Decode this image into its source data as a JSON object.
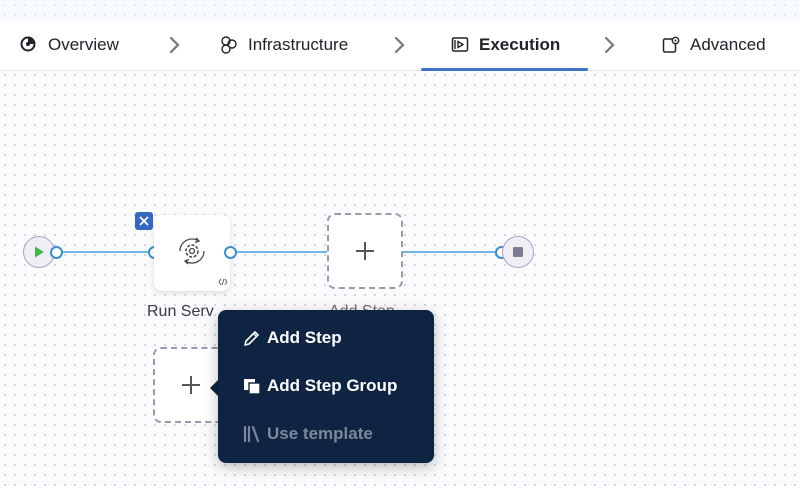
{
  "tabs": [
    {
      "label": "Overview",
      "icon": "overview-icon",
      "active": false
    },
    {
      "label": "Infrastructure",
      "icon": "infrastructure-icon",
      "active": false
    },
    {
      "label": "Execution",
      "icon": "execution-icon",
      "active": true
    },
    {
      "label": "Advanced",
      "icon": "advanced-icon",
      "active": false
    }
  ],
  "pipeline": {
    "step_node_label": "Run Serv",
    "add_step_label": "Add Step"
  },
  "menu": {
    "items": [
      {
        "label": "Add Step",
        "icon": "pencil-icon",
        "enabled": true
      },
      {
        "label": "Add Step Group",
        "icon": "step-group-icon",
        "enabled": true
      },
      {
        "label": "Use template",
        "icon": "template-library-icon",
        "enabled": false
      }
    ]
  },
  "colors": {
    "accent": "#3b73c7",
    "menu_bg": "#0f2443",
    "connector": "#73b7e6"
  }
}
